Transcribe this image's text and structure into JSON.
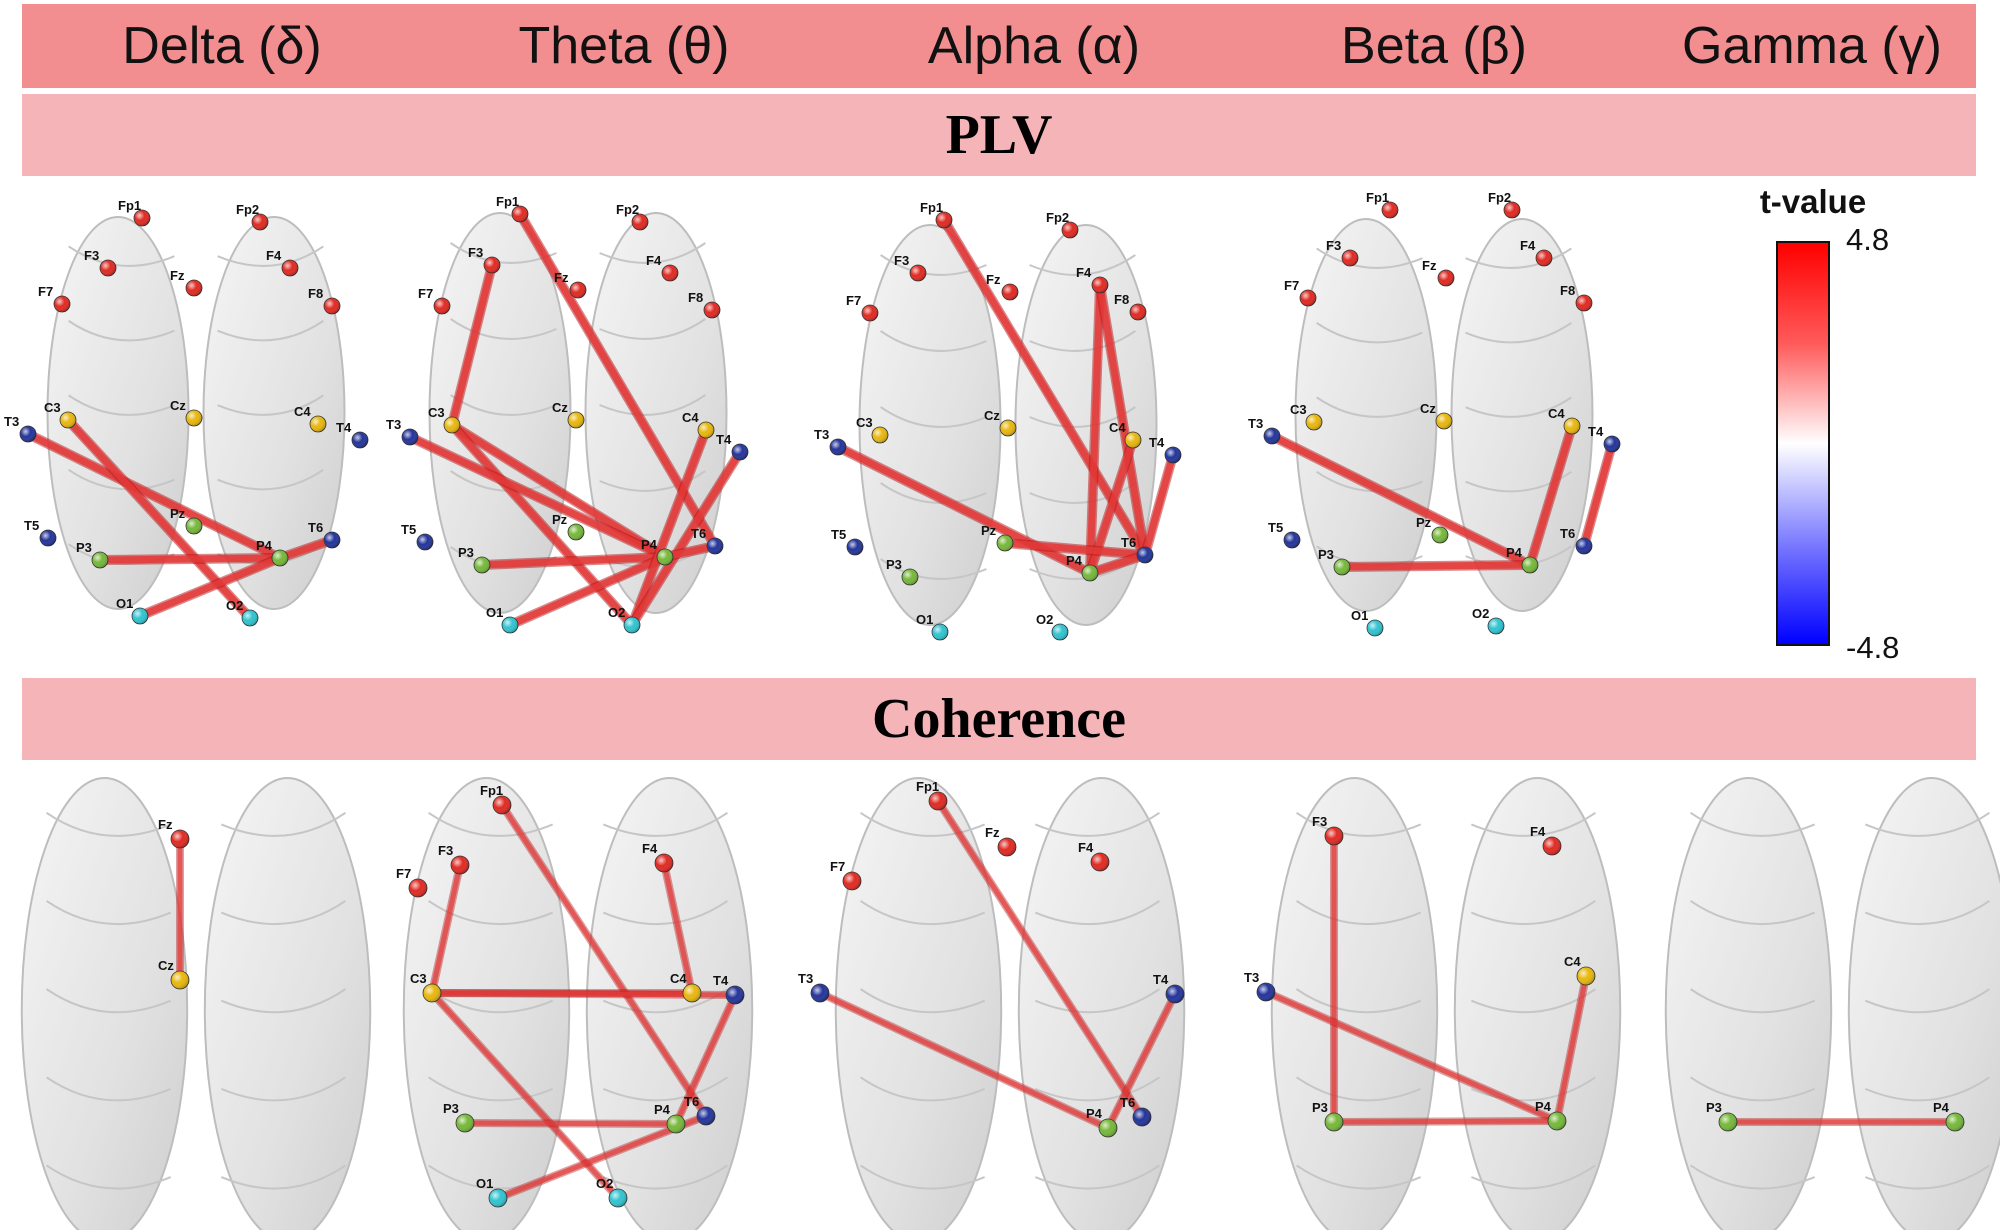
{
  "frequency_bands": [
    "Delta (δ)",
    "Theta (θ)",
    "Alpha (α)",
    "Beta (β)",
    "Gamma (γ)"
  ],
  "sections": {
    "plv": "PLV",
    "coherence": "Coherence"
  },
  "colorbar": {
    "title": "t-value",
    "max": "4.8",
    "min": "-4.8",
    "colors": [
      "#ff0000",
      "#ffffff",
      "#0000ff"
    ]
  },
  "node_colors": {
    "frontal": "#e02a22",
    "central": "#e8b70e",
    "temporal": "#23349a",
    "parietal": "#76b83a",
    "occipital": "#30c4d0"
  },
  "plv": [
    {
      "band": "Delta",
      "electrodes": [
        "Fp1",
        "Fp2",
        "F3",
        "Fz",
        "F4",
        "F7",
        "F8",
        "C3",
        "Cz",
        "C4",
        "T3",
        "T4",
        "T5",
        "Pz",
        "T6",
        "P3",
        "P4",
        "O1",
        "O2"
      ],
      "connections": [
        [
          "T3",
          "P4"
        ],
        [
          "C3",
          "O2"
        ],
        [
          "P3",
          "P4"
        ],
        [
          "O1",
          "P4"
        ],
        [
          "P4",
          "T6"
        ]
      ]
    },
    {
      "band": "Theta",
      "electrodes": [
        "Fp1",
        "Fp2",
        "F3",
        "Fz",
        "F4",
        "F7",
        "F8",
        "C3",
        "Cz",
        "C4",
        "T3",
        "T4",
        "T5",
        "Pz",
        "T6",
        "P3",
        "P4",
        "O1",
        "O2"
      ],
      "connections": [
        [
          "Fp1",
          "T6"
        ],
        [
          "F3",
          "C3"
        ],
        [
          "C3",
          "P4"
        ],
        [
          "C3",
          "O2"
        ],
        [
          "T3",
          "P4"
        ],
        [
          "P3",
          "P4"
        ],
        [
          "O1",
          "P4"
        ],
        [
          "O2",
          "C4"
        ],
        [
          "O2",
          "T4"
        ],
        [
          "P4",
          "T6"
        ]
      ]
    },
    {
      "band": "Alpha",
      "electrodes": [
        "Fp1",
        "Fp2",
        "F3",
        "Fz",
        "F4",
        "F7",
        "F8",
        "C3",
        "Cz",
        "C4",
        "T3",
        "T4",
        "T5",
        "Pz",
        "T6",
        "P3",
        "P4",
        "O1",
        "O2"
      ],
      "connections": [
        [
          "Fp1",
          "T6"
        ],
        [
          "F4",
          "P4"
        ],
        [
          "F4",
          "T6"
        ],
        [
          "C4",
          "P4"
        ],
        [
          "T3",
          "P4"
        ],
        [
          "Pz",
          "T6"
        ],
        [
          "P4",
          "T6"
        ],
        [
          "T4",
          "T6"
        ]
      ]
    },
    {
      "band": "Beta",
      "electrodes": [
        "Fp1",
        "Fp2",
        "F3",
        "Fz",
        "F4",
        "F7",
        "F8",
        "C3",
        "Cz",
        "C4",
        "T3",
        "T4",
        "T5",
        "Pz",
        "T6",
        "P3",
        "P4",
        "O1",
        "O2"
      ],
      "connections": [
        [
          "T3",
          "P4"
        ],
        [
          "P3",
          "P4"
        ],
        [
          "C4",
          "P4"
        ],
        [
          "T4",
          "T6"
        ]
      ]
    }
  ],
  "coherence": [
    {
      "band": "Delta",
      "electrodes": [
        "Fz",
        "Cz"
      ],
      "connections": [
        [
          "Fz",
          "Cz"
        ]
      ]
    },
    {
      "band": "Theta",
      "electrodes": [
        "Fp1",
        "F3",
        "F7",
        "F4",
        "C3",
        "C4",
        "T4",
        "T6",
        "P3",
        "P4",
        "O1",
        "O2"
      ],
      "connections": [
        [
          "Fp1",
          "T6"
        ],
        [
          "F3",
          "C3"
        ],
        [
          "C3",
          "C4"
        ],
        [
          "C3",
          "O2"
        ],
        [
          "F4",
          "C4"
        ],
        [
          "P3",
          "P4"
        ],
        [
          "P4",
          "T4"
        ],
        [
          "O1",
          "T6"
        ],
        [
          "C3",
          "T4"
        ]
      ]
    },
    {
      "band": "Alpha",
      "electrodes": [
        "Fp1",
        "Fz",
        "F7",
        "F4",
        "T3",
        "T4",
        "T6",
        "P4"
      ],
      "connections": [
        [
          "Fp1",
          "T6"
        ],
        [
          "T3",
          "P4"
        ],
        [
          "P4",
          "T4"
        ]
      ]
    },
    {
      "band": "Beta",
      "electrodes": [
        "F3",
        "F4",
        "T3",
        "C4",
        "P3",
        "P4"
      ],
      "connections": [
        [
          "F3",
          "P3"
        ],
        [
          "T3",
          "P4"
        ],
        [
          "P3",
          "P4"
        ],
        [
          "C4",
          "P4"
        ]
      ]
    },
    {
      "band": "Gamma",
      "electrodes": [
        "P3",
        "P4"
      ],
      "connections": [
        [
          "P3",
          "P4"
        ]
      ]
    }
  ]
}
